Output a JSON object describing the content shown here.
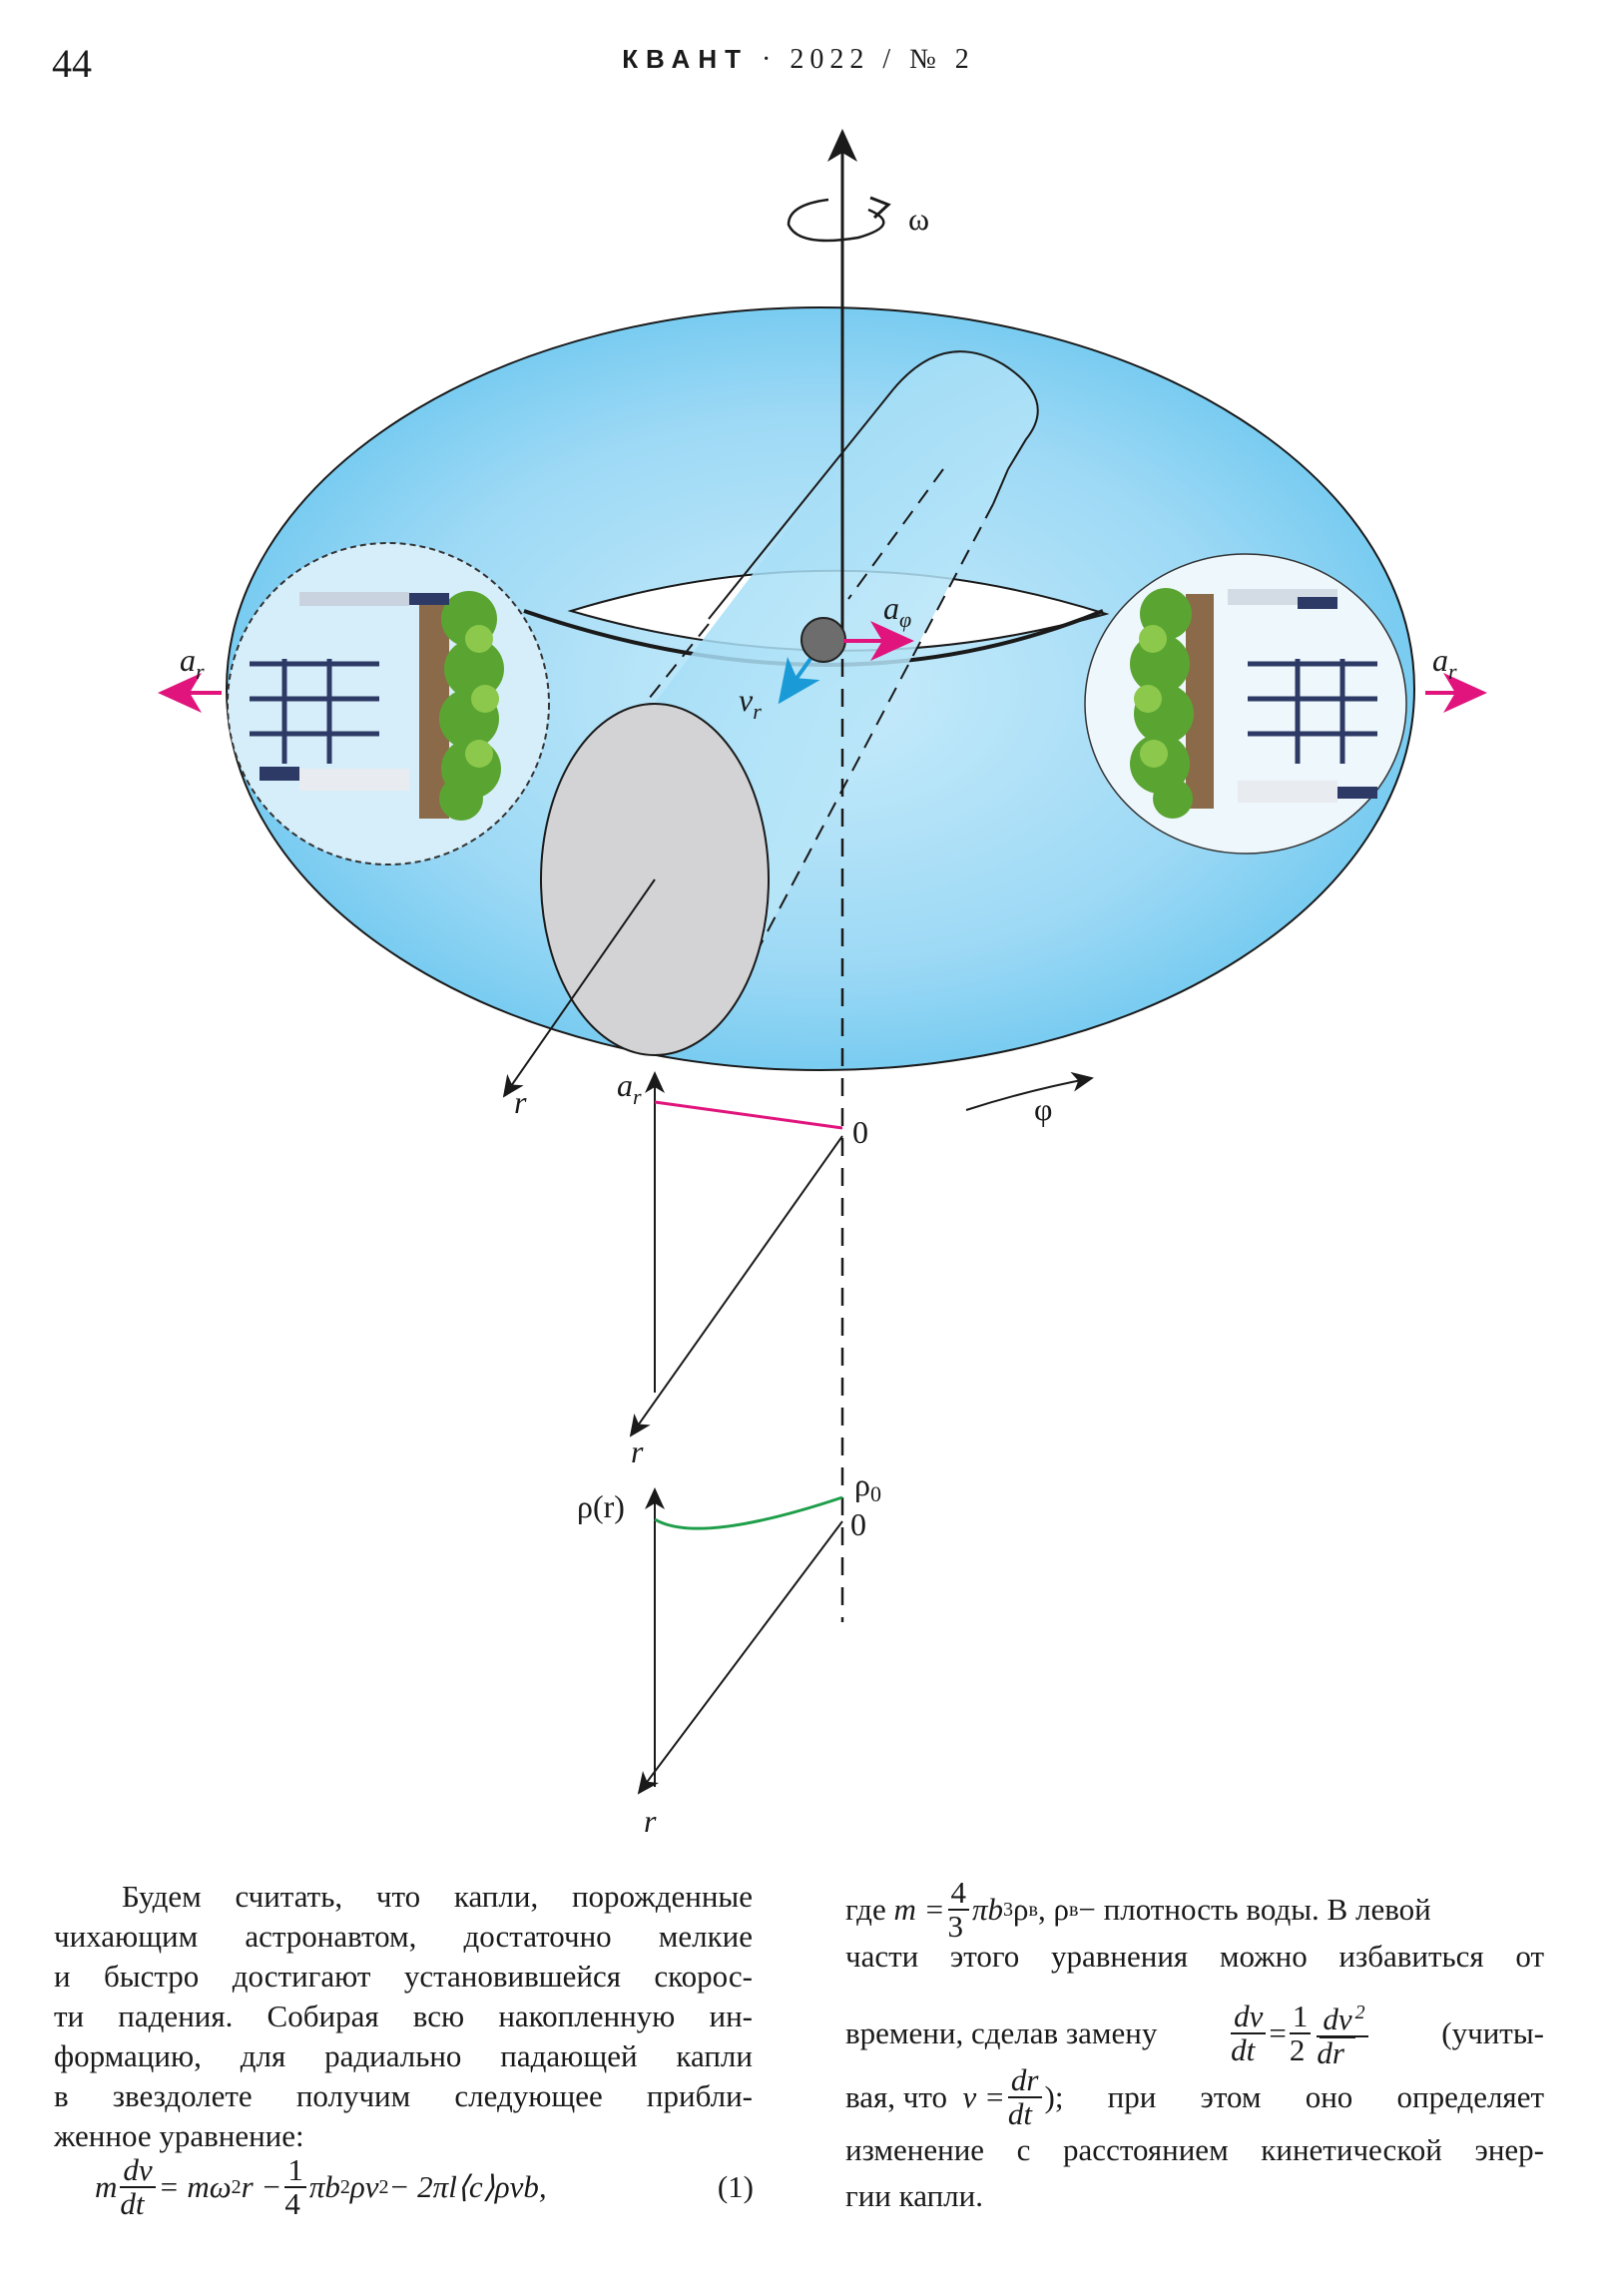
{
  "header": {
    "page_number": "44",
    "journal": "КВАНТ",
    "separator": "·",
    "issue": "2022 / № 2"
  },
  "figure": {
    "omega": "ω",
    "a": "a",
    "sub_r": "r",
    "sub_phi": "φ",
    "v": "v",
    "r": "r",
    "phi": "φ",
    "zero": "0",
    "rho_r": "ρ(r)",
    "rho0": "ρ",
    "rho0_sub": "0",
    "colors": {
      "torus": "#7ccdf2",
      "tube": "#bfe6f8",
      "section": "#d3d3d5",
      "accent_pink": "#e0147c",
      "accent_blue": "#1a9ad6",
      "green": "#1f9e4a"
    }
  },
  "text": {
    "left_lines": [
      "Будем считать, что капли, порожденные",
      "чихающим астронавтом, достаточно мелкие",
      "и быстро достигают установившейся скорос-",
      "ти падения. Собирая всю накопленную ин-",
      "формацию, для радиально падающей капли",
      "в звездолете получим следующее прибли-",
      "женное уравнение:"
    ],
    "eq1": {
      "m": "m",
      "dv": "dv",
      "dt": "dt",
      "rhs1": "= mω",
      "sq": "2",
      "r": "r − ",
      "one": "1",
      "four": "4",
      "pib": "πb",
      "rhov": "ρv",
      "rest": " − 2πl⟨c⟩ρvb,",
      "num": "(1)"
    },
    "right": {
      "l1_a": "где",
      "l1_m": "m =",
      "l1_4": "4",
      "l1_3": "3",
      "l1_pib": "πb",
      "l1_cube": "3",
      "l1_rho": "ρ",
      "l1_sub": "в",
      "l1_b": ", ρ",
      "l1_c": " − плотность воды. В левой",
      "l2": "части этого уравнения можно избавиться от",
      "l3_a": "времени, сделав замену",
      "l3_dv": "dv",
      "l3_dt": "dt",
      "l3_eq": "=",
      "l3_1": "1",
      "l3_2": "2",
      "l3_dv2": "dv",
      "l3_dr": "dr",
      "l3_b": "(учиты-",
      "l4_a": "вая, что",
      "l4_v": "v =",
      "l4_dr": "dr",
      "l4_dt": "dt",
      "l4_b": "); при этом оно определяет",
      "l5": "изменение с расстоянием кинетической энер-",
      "l6": "гии капли."
    }
  }
}
